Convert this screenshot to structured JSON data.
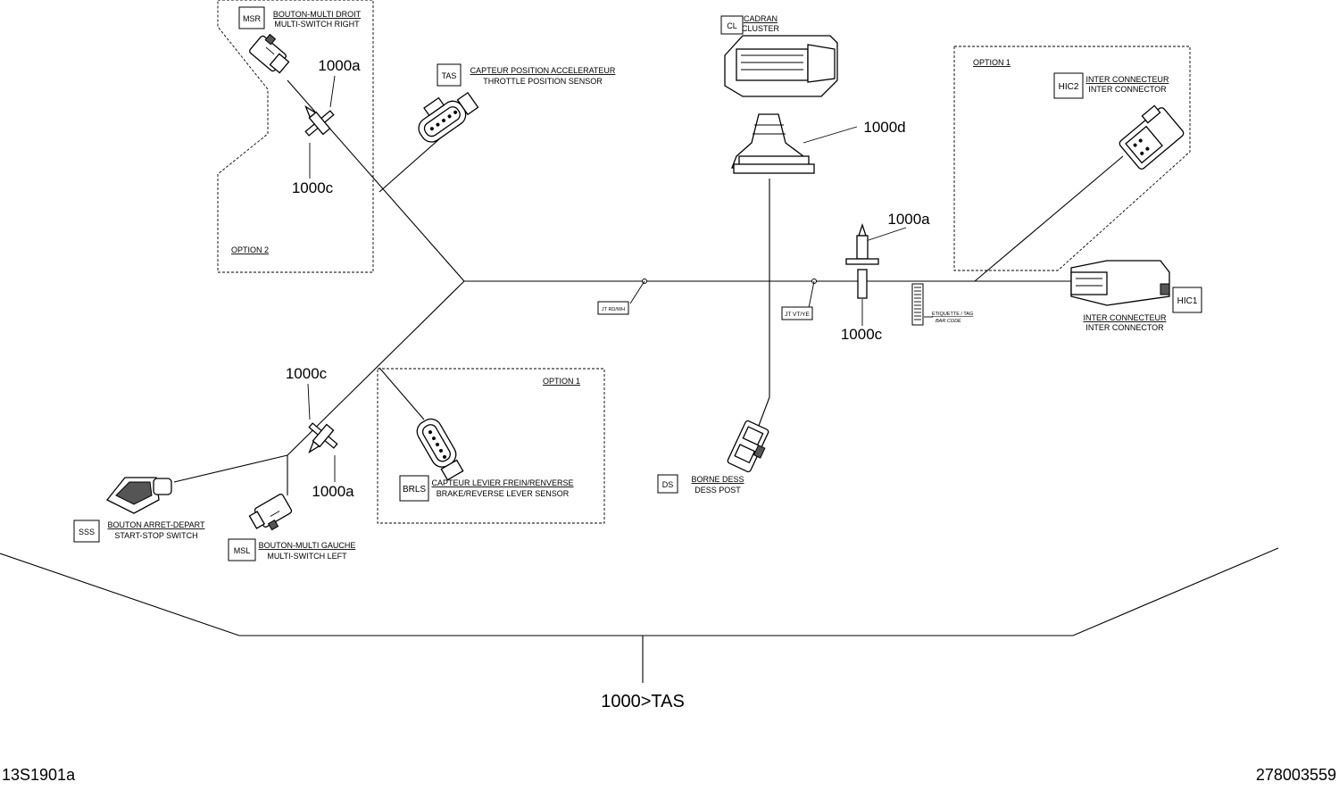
{
  "callouts": {
    "c_1000a_msr": "1000a",
    "c_1000c_msr": "1000c",
    "c_1000c_left": "1000c",
    "c_1000a_left": "1000a",
    "c_1000d": "1000d",
    "c_1000a_right": "1000a",
    "c_1000c_right": "1000c",
    "c_main": "1000>TAS"
  },
  "options": {
    "option2": "OPTION 2",
    "option1_brls": "OPTION 1",
    "option1_hic2": "OPTION 1"
  },
  "components": {
    "msr": {
      "code": "MSR",
      "fr": "BOUTON-MULTI DROIT",
      "en": "MULTI-SWITCH RIGHT"
    },
    "tas": {
      "code": "TAS",
      "fr": "CAPTEUR POSITION ACCELERATEUR",
      "en": "THROTTLE POSITION SENSOR"
    },
    "cl": {
      "code": "CL",
      "fr": "CADRAN",
      "en": "CLUSTER"
    },
    "hic2": {
      "code": "HIC2",
      "fr": "INTER CONNECTEUR",
      "en": "INTER CONNECTOR"
    },
    "hic1": {
      "code": "HIC1",
      "fr": "INTER CONNECTEUR",
      "en": "INTER CONNECTOR"
    },
    "brls": {
      "code": "BRLS",
      "fr": "CAPTEUR LEVIER FREIN/RENVERSE",
      "en": "BRAKE/REVERSE LEVER SENSOR"
    },
    "ds": {
      "code": "DS",
      "fr": "BORNE DESS",
      "en": "DESS POST"
    },
    "sss": {
      "code": "SSS",
      "fr": "BOUTON ARRET-DEPART",
      "en": "START-STOP SWITCH"
    },
    "msl": {
      "code": "MSL",
      "fr": "BOUTON-MULTI GAUCHE",
      "en": "MULTI-SWITCH LEFT"
    }
  },
  "splices": {
    "jt1": "JT RD/WH",
    "jt2": "JT VT/YE"
  },
  "barcode_tag": {
    "fr": "ETIQUETTE / TAG",
    "en": "BAR CODE"
  },
  "footer": {
    "left_id": "13S1901a",
    "right_id": "278003559"
  }
}
